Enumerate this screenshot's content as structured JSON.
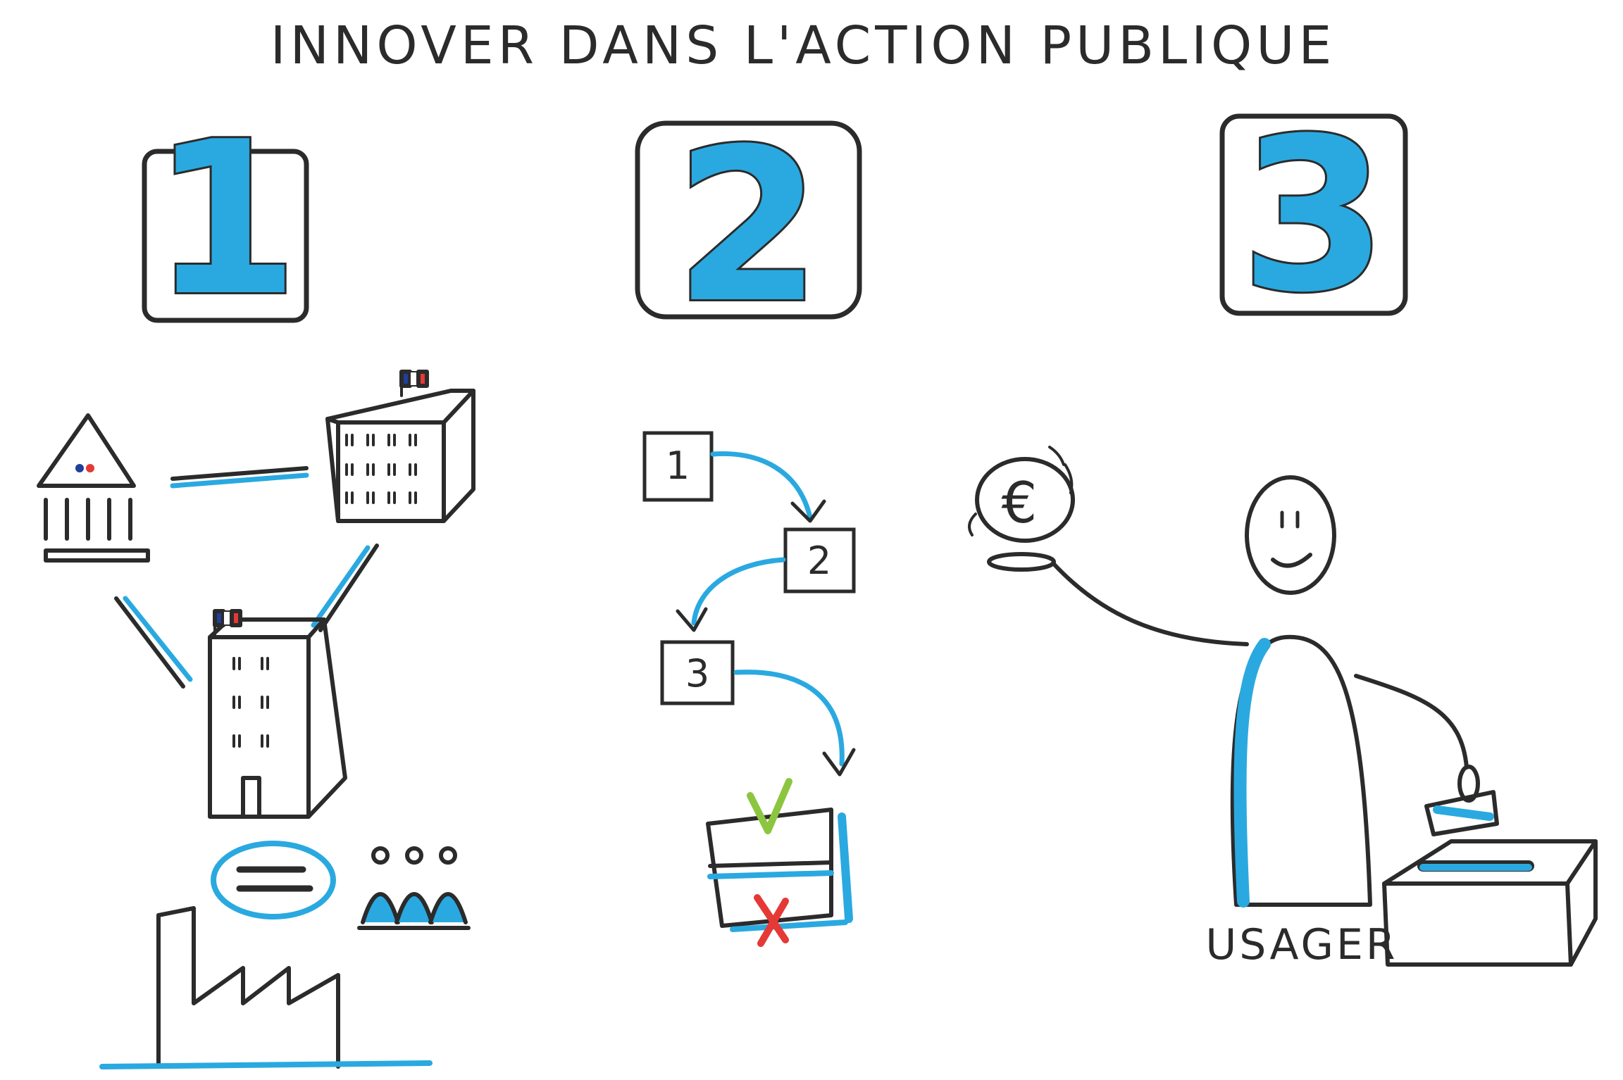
{
  "title": "INNOVER DANS L'ACTION PUBLIQUE",
  "panels": [
    {
      "number": "1"
    },
    {
      "number": "2"
    },
    {
      "number": "3"
    }
  ],
  "process_steps": [
    "1",
    "2",
    "3"
  ],
  "currency_symbol": "€",
  "user_label": "USAGER",
  "colors": {
    "ink": "#2b2b2b",
    "accent_blue": "#2aa9e0",
    "check_green": "#8cc63f",
    "cross_red": "#e53935",
    "flag_blue": "#1f3f9a",
    "flag_red": "#e53935"
  }
}
